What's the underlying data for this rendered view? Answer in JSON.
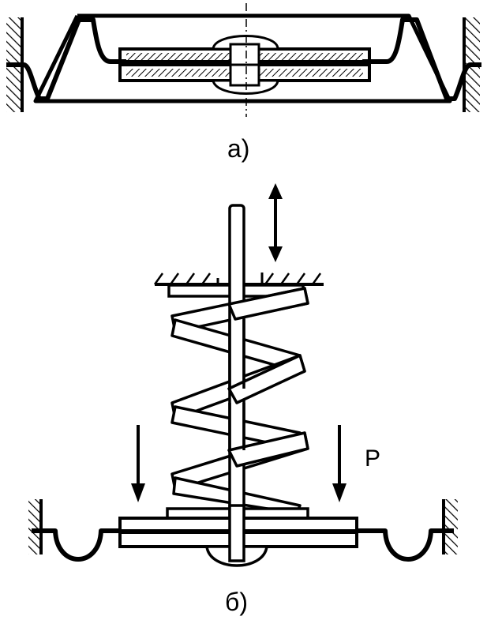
{
  "labels": {
    "figure_a": "а)",
    "figure_b": "б)",
    "force": "P"
  },
  "colors": {
    "ink": "#000000",
    "paper": "#ffffff"
  }
}
